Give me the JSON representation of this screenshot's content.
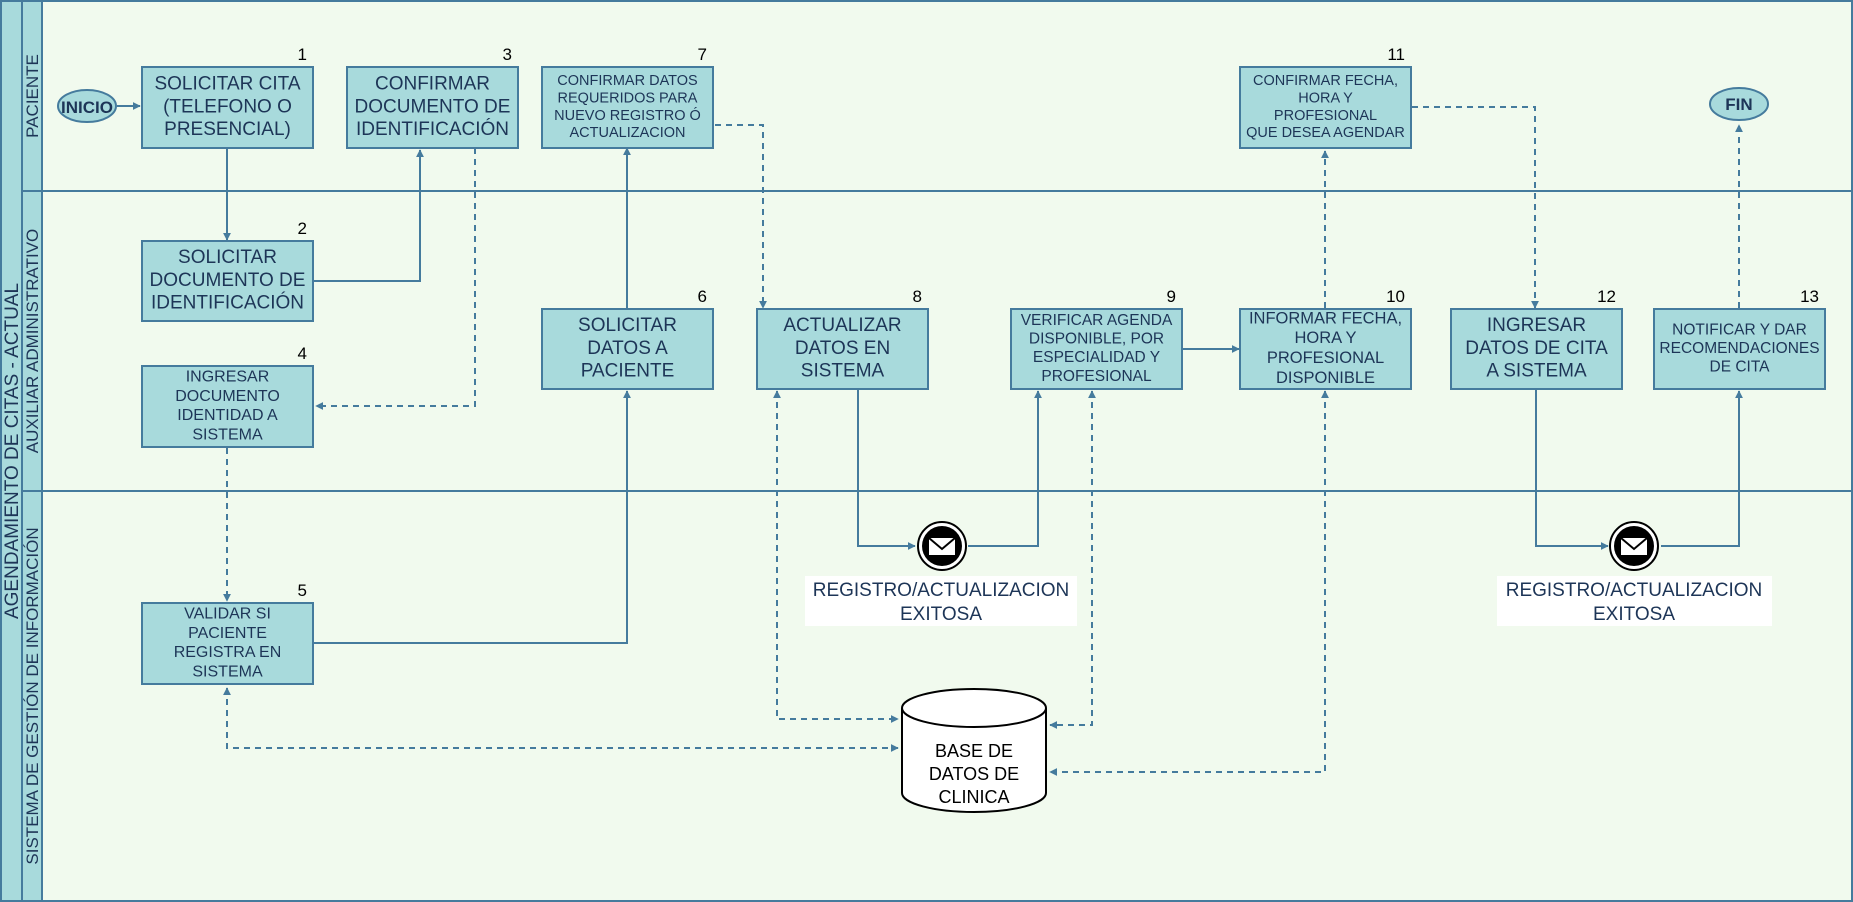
{
  "diagram": {
    "title": "AGENDAMIENTO DE CITAS - ACTUAL",
    "lanes": [
      {
        "label": "PACIENTE"
      },
      {
        "label": "AUXILIAR ADMINISTRATIVO"
      },
      {
        "label": "SISTEMA DE GESTIÓN DE INFORMACIÓN"
      }
    ],
    "start_label": "INICIO",
    "end_label": "FIN",
    "steps": [
      {
        "num": "1",
        "lines": [
          "SOLICITAR CITA",
          "(TELEFONO O",
          "PRESENCIAL)"
        ]
      },
      {
        "num": "2",
        "lines": [
          "SOLICITAR",
          "DOCUMENTO DE",
          "IDENTIFICACIÓN"
        ]
      },
      {
        "num": "3",
        "lines": [
          "CONFIRMAR",
          "DOCUMENTO DE",
          "IDENTIFICACIÓN"
        ]
      },
      {
        "num": "4",
        "lines": [
          "INGRESAR",
          "DOCUMENTO",
          "IDENTIDAD A",
          "SISTEMA"
        ]
      },
      {
        "num": "5",
        "lines": [
          "VALIDAR SI",
          "PACIENTE",
          "REGISTRA EN",
          "SISTEMA"
        ]
      },
      {
        "num": "6",
        "lines": [
          "SOLICITAR",
          "DATOS A",
          "PACIENTE"
        ]
      },
      {
        "num": "7",
        "lines": [
          "CONFIRMAR DATOS",
          "REQUERIDOS PARA",
          "NUEVO REGISTRO Ó",
          "ACTUALIZACION"
        ]
      },
      {
        "num": "8",
        "lines": [
          "ACTUALIZAR",
          "DATOS EN",
          "SISTEMA"
        ]
      },
      {
        "num": "9",
        "lines": [
          "VERIFICAR AGENDA",
          "DISPONIBLE, POR",
          "ESPECIALIDAD Y",
          "PROFESIONAL"
        ]
      },
      {
        "num": "10",
        "lines": [
          "INFORMAR FECHA,",
          "HORA Y",
          "PROFESIONAL",
          "DISPONIBLE"
        ]
      },
      {
        "num": "11",
        "lines": [
          "CONFIRMAR FECHA,",
          "HORA Y",
          "PROFESIONAL",
          "QUE DESEA AGENDAR"
        ]
      },
      {
        "num": "12",
        "lines": [
          "INGRESAR",
          "DATOS DE CITA",
          "A SISTEMA"
        ]
      },
      {
        "num": "13",
        "lines": [
          "NOTIFICAR Y DAR",
          "RECOMENDACIONES",
          "DE CITA"
        ]
      }
    ],
    "database_lines": [
      "BASE DE",
      "DATOS DE",
      "CLINICA"
    ],
    "messages": [
      {
        "lines": [
          "REGISTRO/ACTUALIZACION",
          "EXITOSA"
        ]
      },
      {
        "lines": [
          "REGISTRO/ACTUALIZACION",
          "EXITOSA"
        ]
      }
    ]
  }
}
